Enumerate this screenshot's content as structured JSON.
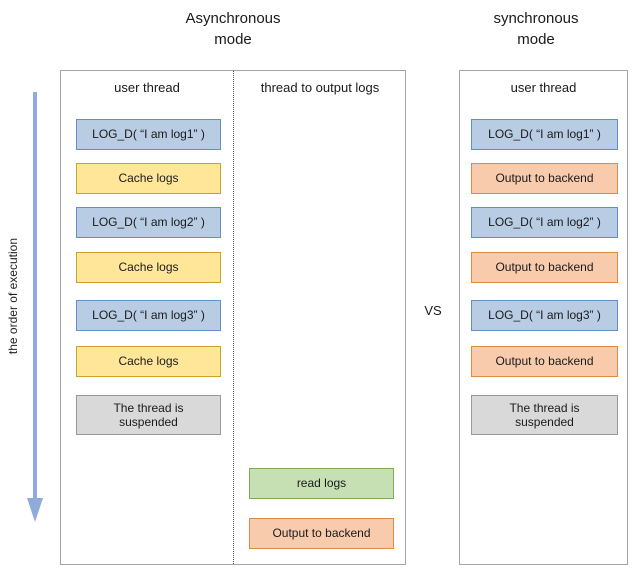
{
  "header": {
    "async_title": "Asynchronous\nmode",
    "sync_title": "synchronous\nmode"
  },
  "vs_label": "VS",
  "execution_axis": {
    "label": "the order of execution"
  },
  "async_panel": {
    "user_thread_header": "user thread",
    "output_thread_header": "thread to output logs",
    "user_steps": [
      {
        "type": "log",
        "label": "LOG_D( “I am log1” )"
      },
      {
        "type": "cache",
        "label": "Cache logs"
      },
      {
        "type": "log",
        "label": "LOG_D( “I am log2” )"
      },
      {
        "type": "cache",
        "label": "Cache logs"
      },
      {
        "type": "log",
        "label": "LOG_D( “I am log3” )"
      },
      {
        "type": "cache",
        "label": "Cache logs"
      },
      {
        "type": "suspended",
        "label": "The thread is\nsuspended"
      }
    ],
    "output_steps": [
      {
        "type": "read",
        "label": "read logs"
      },
      {
        "type": "output",
        "label": "Output to backend"
      }
    ]
  },
  "sync_panel": {
    "user_thread_header": "user thread",
    "steps": [
      {
        "type": "log",
        "label": "LOG_D( “I am log1” )"
      },
      {
        "type": "output",
        "label": "Output to backend"
      },
      {
        "type": "log",
        "label": "LOG_D( “I am log2” )"
      },
      {
        "type": "output",
        "label": "Output to backend"
      },
      {
        "type": "log",
        "label": "LOG_D( “I am log3” )"
      },
      {
        "type": "output",
        "label": "Output to backend"
      },
      {
        "type": "suspended",
        "label": "The thread is\nsuspended"
      }
    ]
  },
  "colors": {
    "log_fill": "#b8cce4",
    "log_border": "#638ec6",
    "cache_fill": "#ffe699",
    "cache_border": "#c9a227",
    "output_fill": "#f8cbad",
    "output_border": "#dd8a44",
    "read_fill": "#c6e0b4",
    "read_border": "#82ab58",
    "suspended_fill": "#d9d9d9",
    "suspended_border": "#999999",
    "arrow": "#8faadc",
    "panel_border": "#a6a6a6"
  }
}
